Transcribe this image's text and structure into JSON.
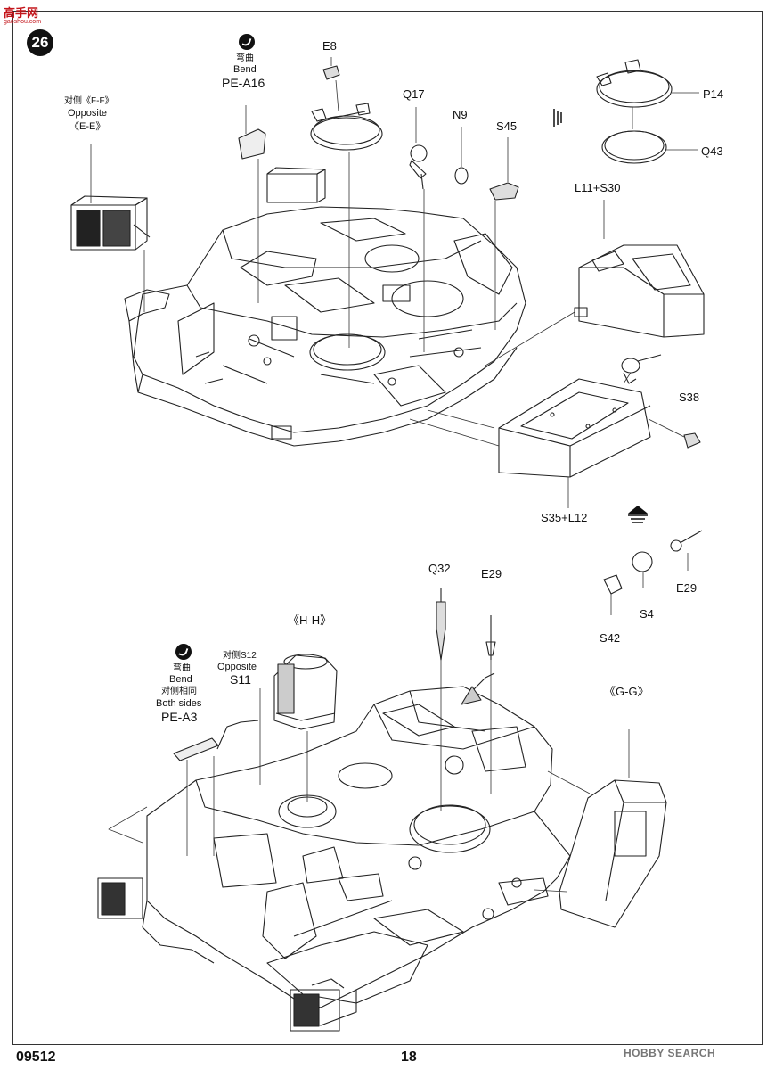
{
  "watermark": {
    "text": "高手网",
    "sub": "gaoshou.com"
  },
  "step_number": "26",
  "footer": {
    "product_code": "09512",
    "page_number": "18",
    "site_logo": "HOBBY SEARCH"
  },
  "labels": {
    "opposite_ff_cn": "对侧《F-F》",
    "opposite_ff_en": "Opposite",
    "opposite_ff_ee": "《E-E》",
    "bend_top_cn": "弯曲",
    "bend_top_en": "Bend",
    "pe_a16": "PE-A16",
    "e8": "E8",
    "q17": "Q17",
    "n9": "N9",
    "s45": "S45",
    "p14": "P14",
    "q43": "Q43",
    "l11_s30": "L11+S30",
    "s38": "S38",
    "s35_l12": "S35+L12",
    "q32": "Q32",
    "e29_top": "E29",
    "e29_right": "E29",
    "s4": "S4",
    "s42": "S42",
    "hh": "《H-H》",
    "gg": "《G-G》",
    "bend_bottom_cn": "弯曲",
    "bend_bottom_en": "Bend",
    "both_sides_cn": "对侧相同",
    "both_sides_en": "Both sides",
    "pe_a3": "PE-A3",
    "opp_s12_cn": "对侧S12",
    "opp_s12_en": "Opposite",
    "s11": "S11"
  }
}
